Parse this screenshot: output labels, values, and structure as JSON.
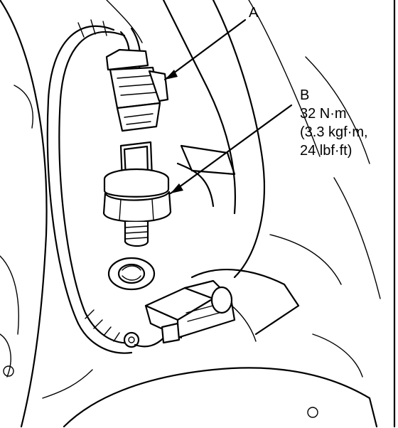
{
  "callouts": {
    "a": {
      "letter": "A"
    },
    "b": {
      "letter": "B",
      "torque_nm": "32 N·m",
      "torque_kgfm": "(3.3 kgf·m,",
      "torque_lbfft": "24 lbf·ft)"
    }
  }
}
